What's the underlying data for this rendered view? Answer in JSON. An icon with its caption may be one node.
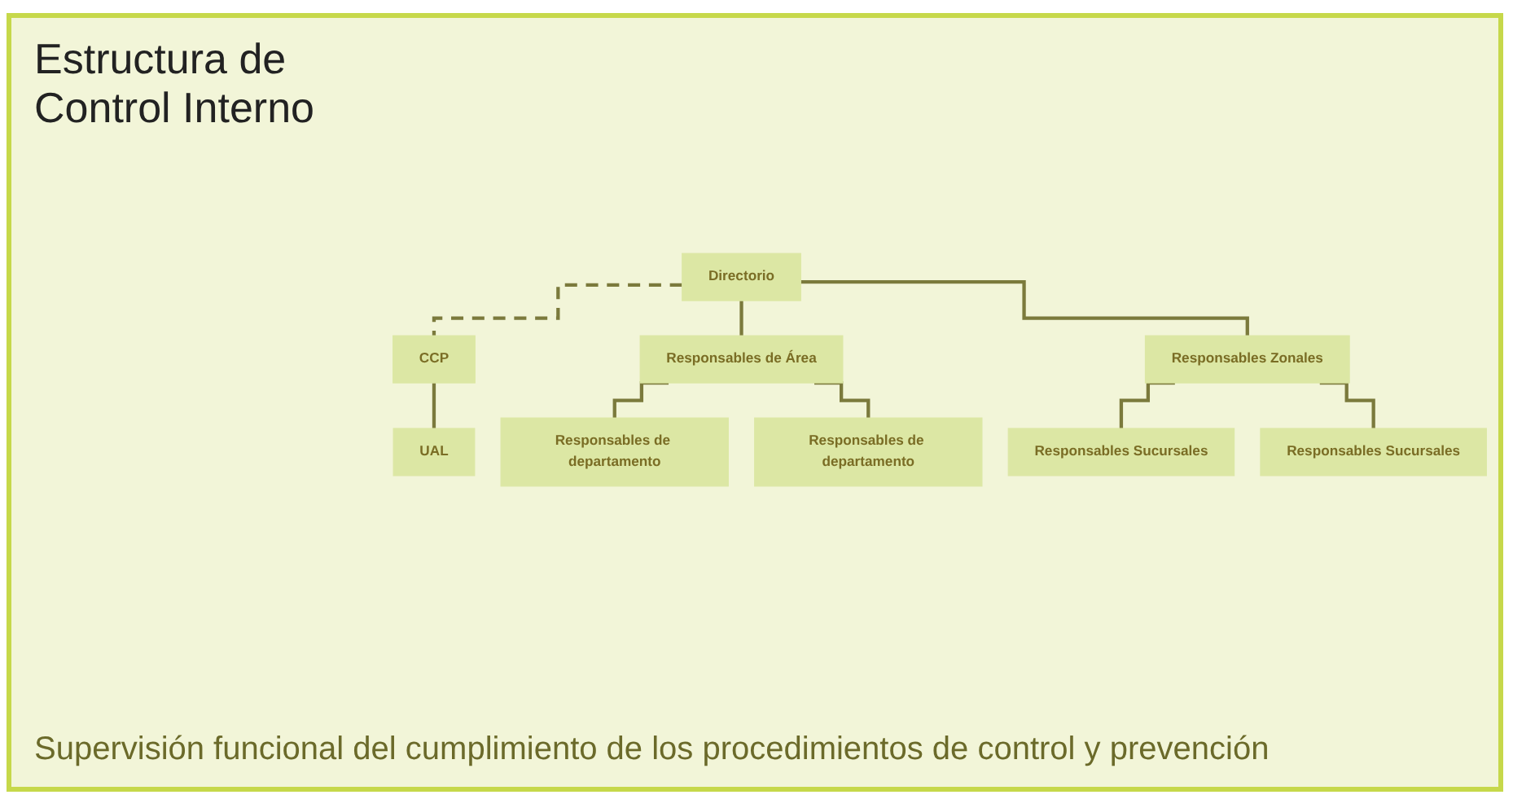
{
  "diagram": {
    "title": "Estructura de Control Interno",
    "caption": "Supervisión funcional del cumplimiento de los procedimientos de control y prevención",
    "nodes": [
      {
        "text": [
          "Directorio"
        ]
      },
      {
        "text": [
          "CCP"
        ]
      },
      {
        "text": [
          "UAL"
        ]
      },
      {
        "text": [
          "Responsables de Área"
        ]
      },
      {
        "text": [
          "Responsables Zonales"
        ]
      },
      {
        "text": [
          "Responsables de departamento"
        ]
      },
      {
        "text": [
          "Responsables de departamento"
        ]
      },
      {
        "text": [
          "Responsables Sucursales"
        ]
      },
      {
        "text": [
          "Responsables Sucursales"
        ]
      }
    ],
    "edges": [
      {
        "from": 0,
        "to": 1,
        "arrow": "none",
        "style": "dashed"
      },
      {
        "from": 1,
        "to": 2,
        "arrow": "none"
      },
      {
        "from": 0,
        "to": 3,
        "arrow": "none"
      },
      {
        "from": 0,
        "to": 4,
        "arrow": "none"
      },
      {
        "from": 3,
        "to": 5,
        "arrow": "none"
      },
      {
        "from": 3,
        "to": 6,
        "arrow": "none"
      },
      {
        "from": 4,
        "to": 7,
        "arrow": "none"
      },
      {
        "from": 4,
        "to": 8,
        "arrow": "none"
      }
    ]
  }
}
